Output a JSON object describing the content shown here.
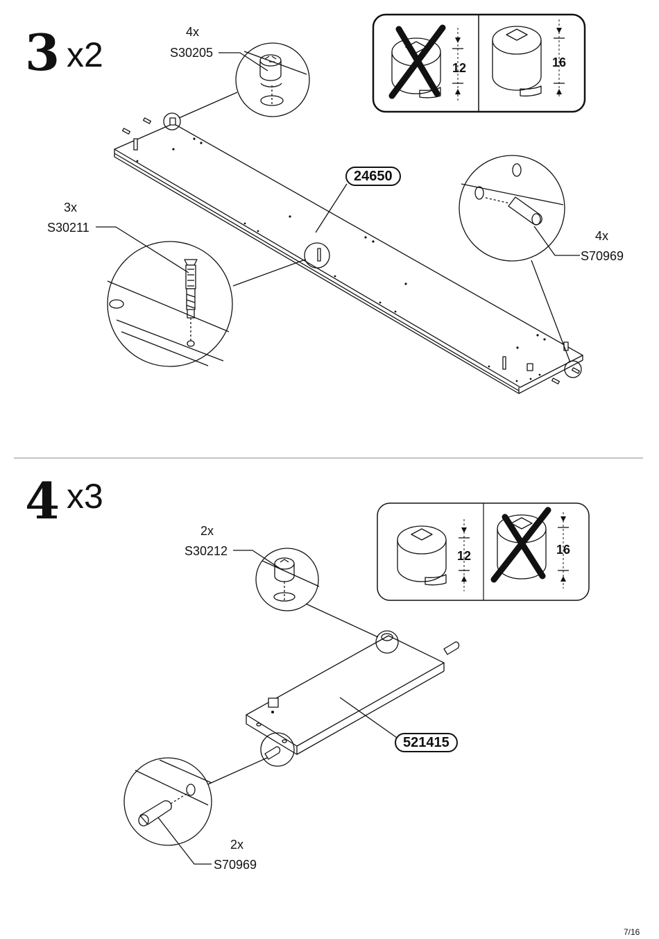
{
  "page": {
    "number": "7/16"
  },
  "step3": {
    "number": "3",
    "multiplier": "x2",
    "panel_code": "24650",
    "parts": [
      {
        "qty": "4x",
        "code": "S30205"
      },
      {
        "qty": "3x",
        "code": "S30211"
      },
      {
        "qty": "4x",
        "code": "S70969"
      }
    ],
    "gauge": {
      "wrong_dim": "12",
      "correct_dim": "16"
    }
  },
  "step4": {
    "number": "4",
    "multiplier": "x3",
    "panel_code": "521415",
    "parts": [
      {
        "qty": "2x",
        "code": "S30212"
      },
      {
        "qty": "2x",
        "code": "S70969"
      }
    ],
    "gauge": {
      "correct_dim": "12",
      "wrong_dim": "16"
    }
  }
}
